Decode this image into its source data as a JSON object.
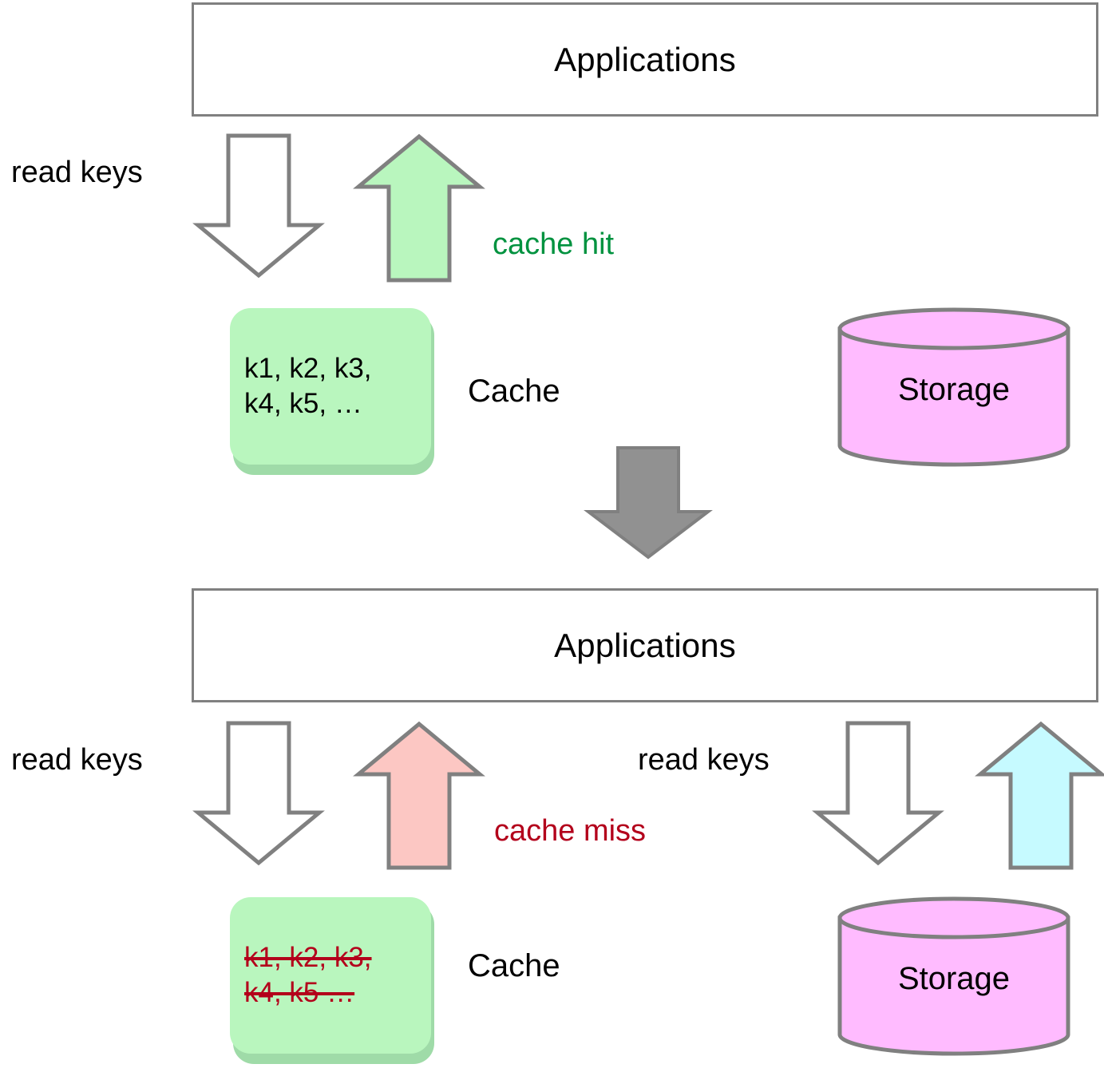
{
  "diagram": {
    "title": "Cache hit and cache miss read paths",
    "colors": {
      "outline_gray": "#808080",
      "cache_fill_green": "#B9F6BE",
      "cache_shadow_green": "#9FDBA8",
      "storage_fill_pink": "#FFBBFF",
      "arrow_hit_green": "#B9F6BE",
      "arrow_miss_pink": "#FCC7C3",
      "arrow_storage_cyan": "#C6FAFF",
      "arrow_gray": "#919191",
      "arrow_white": "#FFFFFF",
      "text_hit_green": "#00923F",
      "text_miss_red": "#B3001B",
      "text_black": "#000000"
    }
  },
  "panel_hit": {
    "applications_label": "Applications",
    "read_keys_label": "read keys",
    "cache_hit_label": "cache hit",
    "cache_label": "Cache",
    "cache_lines": [
      "k1, k2, k3,",
      "k4, k5, …"
    ],
    "storage_label": "Storage",
    "arrows": {
      "app_to_cache": "arrow-down-white-read-keys",
      "cache_to_app": "arrow-up-green-cache-hit"
    }
  },
  "transition": {
    "arrow": "arrow-down-gray-flow"
  },
  "panel_miss": {
    "applications_label": "Applications",
    "read_keys_label_left": "read keys",
    "read_keys_label_right": "read keys",
    "cache_miss_label": "cache miss",
    "cache_label": "Cache",
    "cache_lines": [
      "k1, k2, k3,",
      "k4, k5 …"
    ],
    "storage_label": "Storage",
    "arrows": {
      "app_to_cache": "arrow-down-white-read-keys",
      "cache_to_app": "arrow-up-pink-cache-miss",
      "app_to_storage": "arrow-down-white-read-keys",
      "storage_to_app": "arrow-up-cyan-storage-return"
    }
  }
}
